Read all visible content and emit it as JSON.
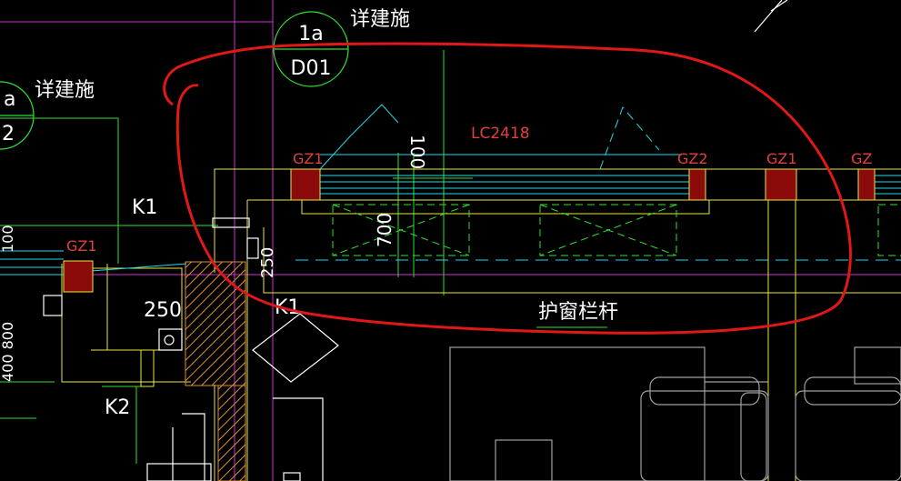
{
  "detail_refs": [
    {
      "top": "1a",
      "bottom": "D01",
      "note": "详建施"
    },
    {
      "top": "a",
      "bottom": "2",
      "note": "详建施"
    }
  ],
  "labels": {
    "window_type": "LC2418",
    "column_gz1": "GZ1",
    "column_gz2": "GZ2",
    "column_gz_partial": "GZ",
    "k1": "K1",
    "k1_lower": "K1",
    "k2": "K2",
    "dim_100": "100",
    "dim_700": "700",
    "dim_250_vertical": "250",
    "dim_250": "250",
    "dim_left_top": "100",
    "dim_left_bottom": "400 800",
    "railing": "护窗栏杆"
  },
  "colors": {
    "background": "#000000",
    "column_fill": "#8b0a0a",
    "annotation_red": "#e01818",
    "line_cyan": "#22d8e8",
    "line_yellow": "#e8e840",
    "line_green": "#30e030",
    "line_magenta": "#d030d0",
    "hatch_orange": "#e09030"
  }
}
